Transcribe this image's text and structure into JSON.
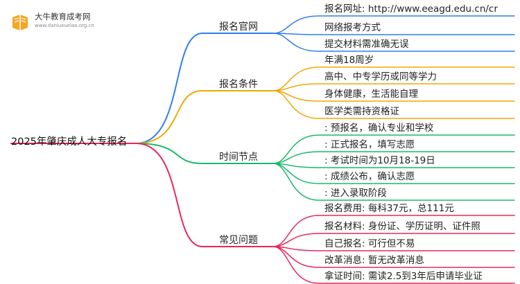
{
  "logo": {
    "title": "大牛教育成考网",
    "url": "www.daniuxueiao.org.cn"
  },
  "root": "2025年肇庆成人大专报名",
  "colors": {
    "branch0": "#2f7df0",
    "branch1": "#f0a800",
    "branch2": "#18b868",
    "branch3": "#e8265a",
    "root_line": "#e8265a"
  },
  "branches": [
    {
      "label": "报名官网",
      "items": [
        "报名网址: http://www.eeagd.edu.cn/cr",
        "网络报考方式",
        "提交材料需准确无误"
      ]
    },
    {
      "label": "报名条件",
      "items": [
        "年满18周岁",
        "高中、中专学历或同等学力",
        "身体健康，生活能自理",
        "医学类需持资格证"
      ]
    },
    {
      "label": "时间节点",
      "items": [
        ": 预报名，确认专业和学校",
        ": 正式报名，填写志愿",
        ": 考试时间为10月18-19日",
        ": 成绩公布，确认志愿",
        ": 进入录取阶段"
      ]
    },
    {
      "label": "常见问题",
      "items": [
        "报名费用: 每科37元，总111元",
        "报名材料: 身份证、学历证明、证件照",
        "自己报名: 可行但不易",
        "改革消息: 暂无改革消息",
        "拿证时间: 需读2.5到3年后申请毕业证"
      ]
    }
  ]
}
